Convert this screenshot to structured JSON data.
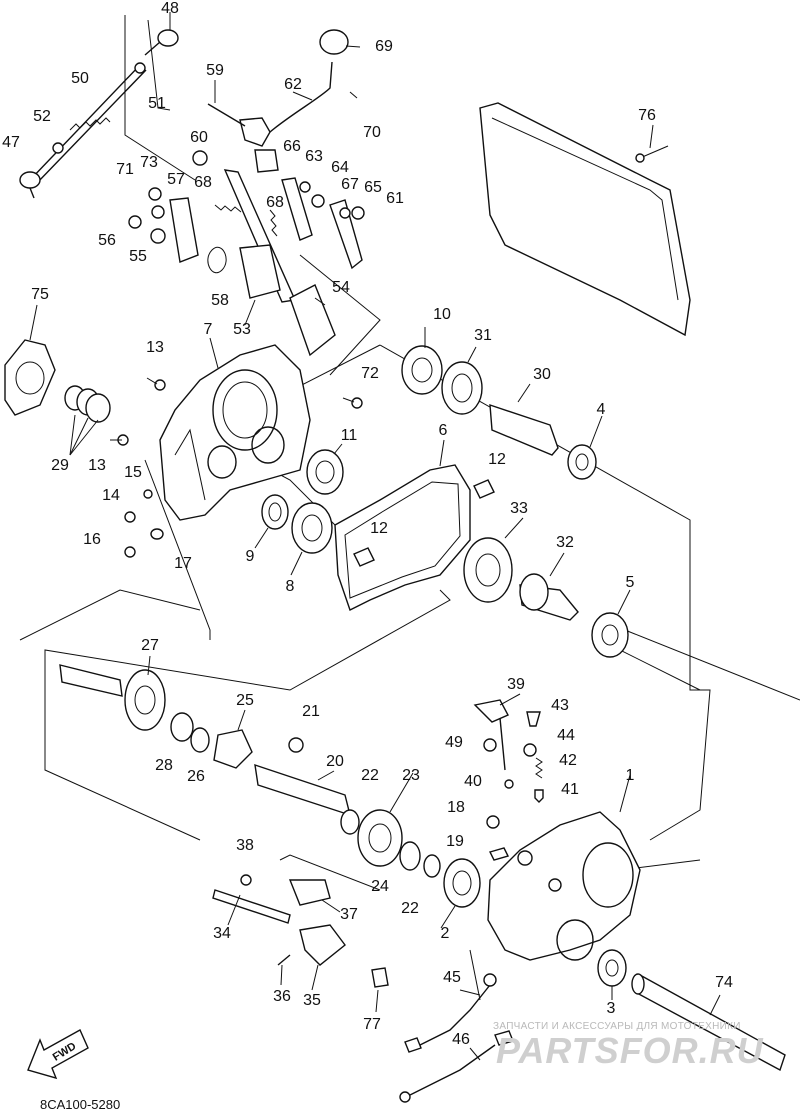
{
  "diagram": {
    "drawing_code": "8CA100-5280",
    "direction_label": "FWD",
    "watermark": {
      "line": "ЗАПЧАСТИ И АКСЕССУАРЫ ДЛЯ МОТОТЕХНИКИ",
      "logo": "PARTSFOR.RU"
    },
    "callouts": {
      "c1": "1",
      "c2a": "2",
      "c3": "3",
      "c4": "4",
      "c5": "5",
      "c6": "6",
      "c7": "7",
      "c8": "8",
      "c9": "9",
      "c10": "10",
      "c11": "11",
      "c12a": "12",
      "c12b": "12",
      "c13a": "13",
      "c13b": "13",
      "c14": "14",
      "c15": "15",
      "c16": "16",
      "c17": "17",
      "c18": "18",
      "c19": "19",
      "c20": "20",
      "c21": "21",
      "c22a": "22",
      "c22b": "22",
      "c23": "23",
      "c24": "24",
      "c25": "25",
      "c26": "26",
      "c27": "27",
      "c28": "28",
      "c29": "29",
      "c30": "30",
      "c31": "31",
      "c32": "32",
      "c33": "33",
      "c34": "34",
      "c35": "35",
      "c36": "36",
      "c37": "37",
      "c38": "38",
      "c39": "39",
      "c40": "40",
      "c41": "41",
      "c42": "42",
      "c43": "43",
      "c44": "44",
      "c45": "45",
      "c46": "46",
      "c47": "47",
      "c48": "48",
      "c49": "49",
      "c50": "50",
      "c51": "51",
      "c52": "52",
      "c53": "53",
      "c54": "54",
      "c55": "55",
      "c56": "56",
      "c57": "57",
      "c58": "58",
      "c59": "59",
      "c60": "60",
      "c61": "61",
      "c62": "62",
      "c63": "63",
      "c64": "64",
      "c65": "65",
      "c66": "66",
      "c67": "67",
      "c68a": "68",
      "c68b": "68",
      "c69": "69",
      "c70": "70",
      "c71": "71",
      "c72": "72",
      "c73": "73",
      "c74": "74",
      "c75": "75",
      "c76": "76",
      "c77": "77"
    }
  }
}
